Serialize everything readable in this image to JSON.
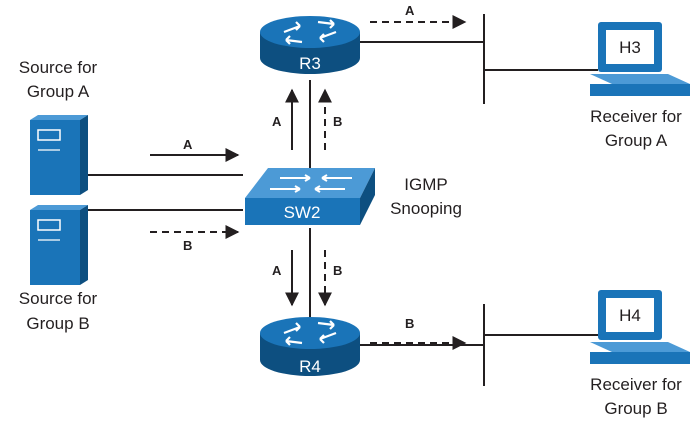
{
  "colors": {
    "device_blue": "#1a74b8",
    "device_dark": "#0d4f80",
    "device_light": "#4c9ad6",
    "line": "#231f20"
  },
  "devices": {
    "r3": {
      "label": "R3"
    },
    "r4": {
      "label": "R4"
    },
    "sw2": {
      "label": "SW2"
    },
    "h3": {
      "label": "H3"
    },
    "h4": {
      "label": "H4"
    }
  },
  "labels": {
    "source_a": [
      "Source for",
      "Group A"
    ],
    "source_b": [
      "Source for",
      "Group B"
    ],
    "receiver_a": [
      "Receiver for",
      "Group A"
    ],
    "receiver_b": [
      "Receiver for",
      "Group B"
    ],
    "igmp": [
      "IGMP",
      "Snooping"
    ]
  },
  "flows": {
    "group_a": "A",
    "group_b": "B"
  }
}
